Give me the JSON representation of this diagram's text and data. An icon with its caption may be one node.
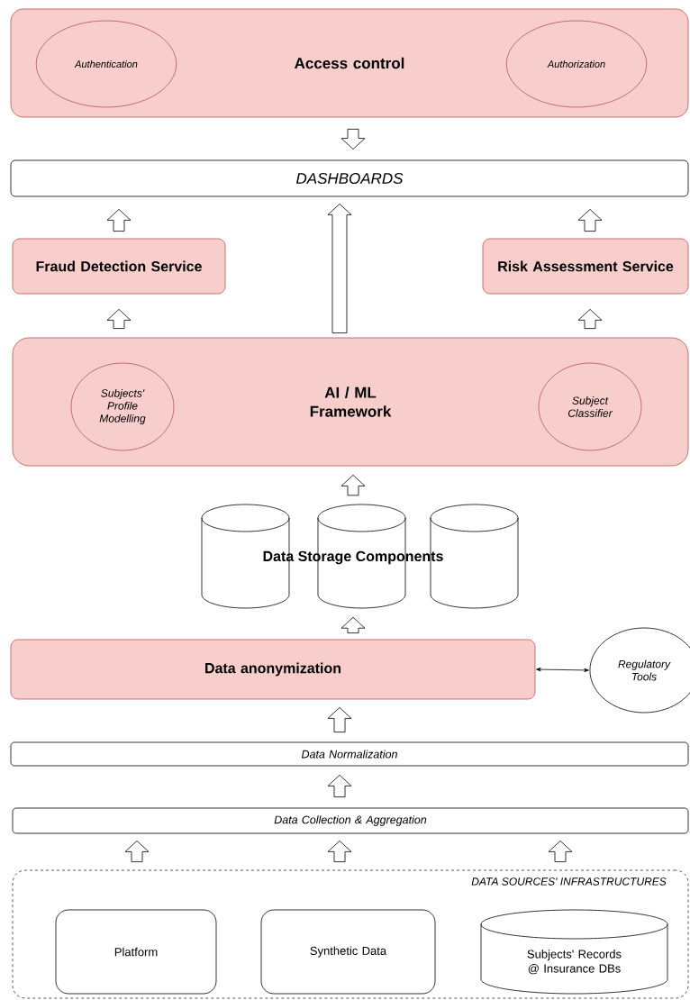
{
  "diagram": {
    "nodes": [
      {
        "text": [
          "Access control"
        ]
      },
      {
        "text": [
          "Authentication"
        ],
        "in": 0
      },
      {
        "text": [
          "Authorization"
        ],
        "in": 0
      },
      {
        "text": [
          "DASHBOARDS"
        ]
      },
      {
        "text": [
          "Fraud Detection Service"
        ]
      },
      {
        "text": [
          "Risk Assessment Service"
        ]
      },
      {
        "text": [
          "AI / ML Framework"
        ]
      },
      {
        "text": [
          "Subjects' Profile Modelling"
        ],
        "in": 6
      },
      {
        "text": [
          "Subject Classifier"
        ],
        "in": 6
      },
      {
        "text": [],
        "shape": "cylinder"
      },
      {
        "text": [],
        "shape": "cylinder"
      },
      {
        "text": [],
        "shape": "cylinder"
      },
      {
        "text": [
          "Data anonymization"
        ]
      },
      {
        "text": [
          "Regulatory Tools"
        ]
      },
      {
        "text": [
          "Data Normalization"
        ]
      },
      {
        "text": [
          "Data Collection & Aggregation"
        ]
      },
      {
        "text": [
          "DATA SOURCES' INFRASTRUCTURES"
        ]
      },
      {
        "text": [
          "Platform"
        ],
        "in": 16
      },
      {
        "text": [
          "Synthetic Data"
        ],
        "in": 16
      },
      {
        "text": [
          "Subjects' Records @ Insurance DBs"
        ],
        "in": 16
      }
    ],
    "edges": [
      {
        "from": 0,
        "to": 3,
        "arrow": "to"
      },
      {
        "from": 4,
        "to": 3,
        "arrow": "to"
      },
      {
        "from": 6,
        "to": 3,
        "arrow": "to"
      },
      {
        "from": 5,
        "to": 3,
        "arrow": "to"
      },
      {
        "from": 6,
        "to": 4,
        "arrow": "to"
      },
      {
        "from": 6,
        "to": 5,
        "arrow": "to"
      },
      {
        "from": 10,
        "to": 6,
        "arrow": "to"
      },
      {
        "from": 12,
        "to": 10,
        "arrow": "to"
      },
      {
        "from": 12,
        "to": 13,
        "arrow": "both"
      },
      {
        "from": 14,
        "to": 12,
        "arrow": "to"
      },
      {
        "from": 15,
        "to": 14,
        "arrow": "to"
      },
      {
        "from": 16,
        "to": 15,
        "arrow": "to"
      },
      {
        "from": 16,
        "to": 15,
        "arrow": "to"
      },
      {
        "from": 16,
        "to": 15,
        "arrow": "to"
      }
    ],
    "labels": [
      "Data Storage Components"
    ]
  }
}
